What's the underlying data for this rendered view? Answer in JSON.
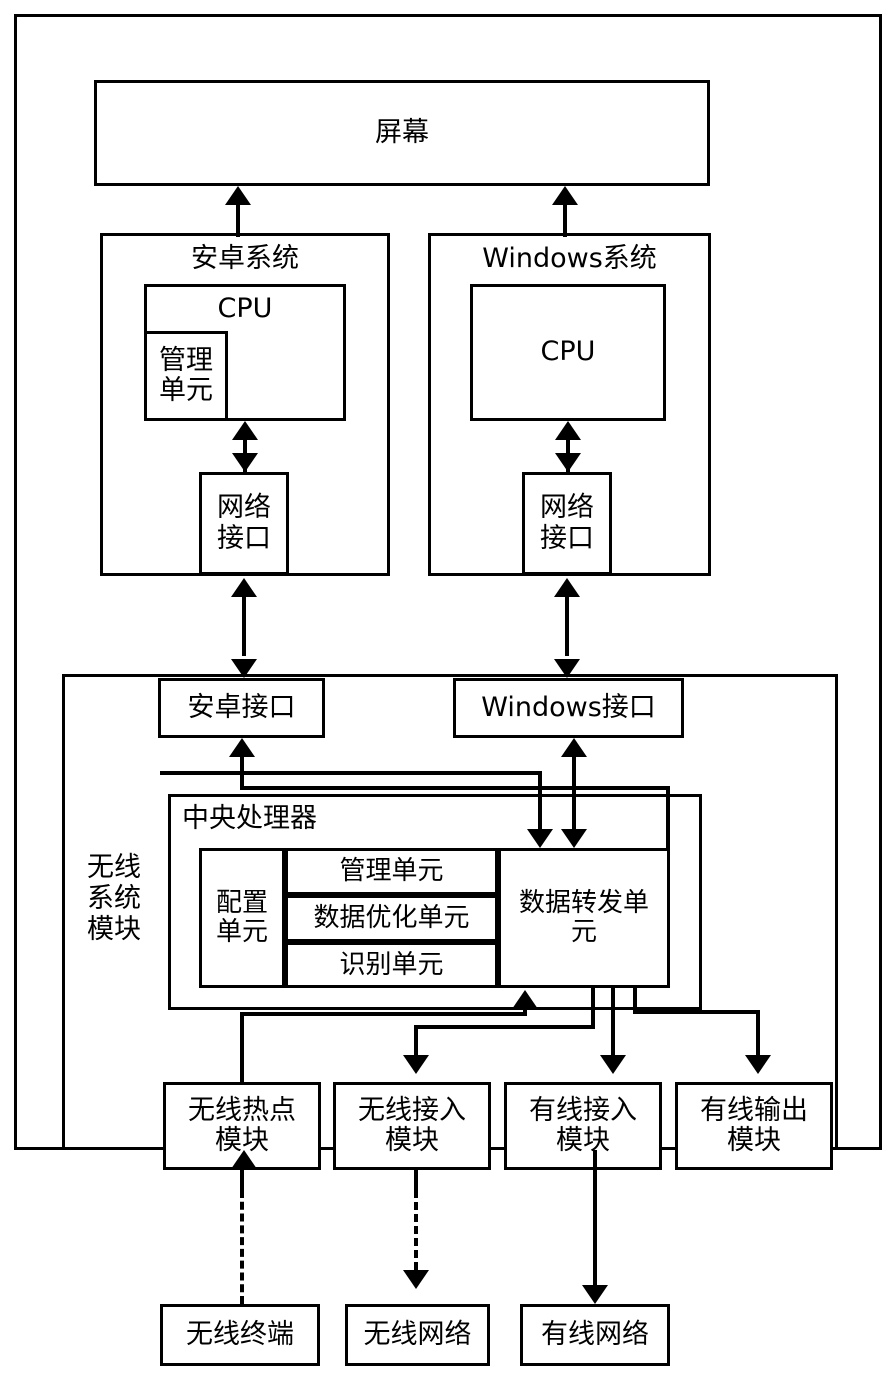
{
  "diagram": {
    "title_present": false,
    "outer_frame": "system-boundary",
    "colors": {
      "line": "#000000",
      "background": "#ffffff"
    },
    "screen": {
      "label": "屏幕"
    },
    "android_system": {
      "label": "安卓系统",
      "cpu": {
        "label": "CPU",
        "management_unit": "管理单元"
      },
      "network_interface": "网络接口"
    },
    "windows_system": {
      "label": "Windows系统",
      "cpu": {
        "label": "CPU"
      },
      "network_interface": "网络接口"
    },
    "wireless_system_module": {
      "side_label": "无线系统模块",
      "android_interface": "安卓接口",
      "windows_interface": "Windows接口",
      "central_processor": {
        "label": "中央处理器",
        "config_unit": "配置单元",
        "management_unit": "管理单元",
        "data_optimization_unit": "数据优化单元",
        "recognition_unit": "识别单元",
        "data_forwarding_unit": "数据转发单元"
      },
      "modules": [
        {
          "label": "无线热点模块"
        },
        {
          "label": "无线接入模块"
        },
        {
          "label": "有线接入模块"
        },
        {
          "label": "有线输出模块"
        }
      ]
    },
    "external_nodes": [
      {
        "label": "无线终端",
        "link": "dashed"
      },
      {
        "label": "无线网络",
        "link": "dashed"
      },
      {
        "label": "有线网络",
        "link": "solid"
      }
    ]
  }
}
